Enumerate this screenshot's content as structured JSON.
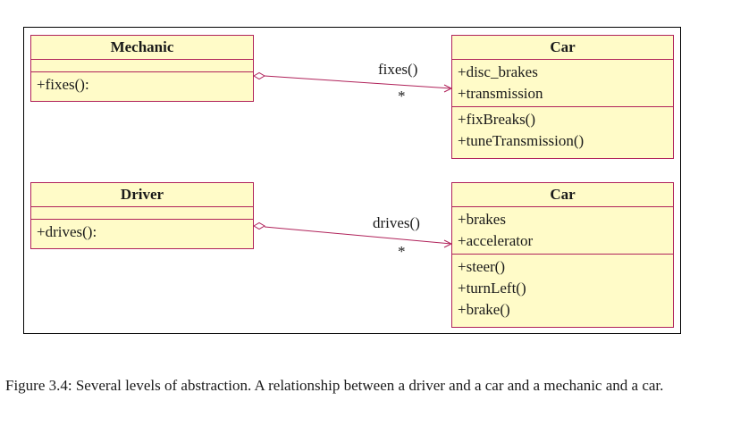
{
  "classes": {
    "mechanic": {
      "name": "Mechanic",
      "attributes": [],
      "operations": [
        "+fixes():"
      ]
    },
    "car_top": {
      "name": "Car",
      "attributes": [
        "+disc_brakes",
        "+transmission"
      ],
      "operations": [
        "+fixBreaks()",
        "+tuneTransmission()"
      ]
    },
    "driver": {
      "name": "Driver",
      "attributes": [],
      "operations": [
        "+drives():"
      ]
    },
    "car_bottom": {
      "name": "Car",
      "attributes": [
        "+brakes",
        "+accelerator"
      ],
      "operations": [
        "+steer()",
        "+turnLeft()",
        "+brake()"
      ]
    }
  },
  "associations": {
    "fixes": {
      "label": "fixes()",
      "multiplicity": "*"
    },
    "drives": {
      "label": "drives()",
      "multiplicity": "*"
    }
  },
  "caption": "Figure 3.4: Several levels of abstraction. A relationship between a driver and a car and a mechanic and a car.",
  "colors": {
    "class_fill": "#fffbc8",
    "class_border": "#b0225a",
    "link": "#b0225a"
  }
}
